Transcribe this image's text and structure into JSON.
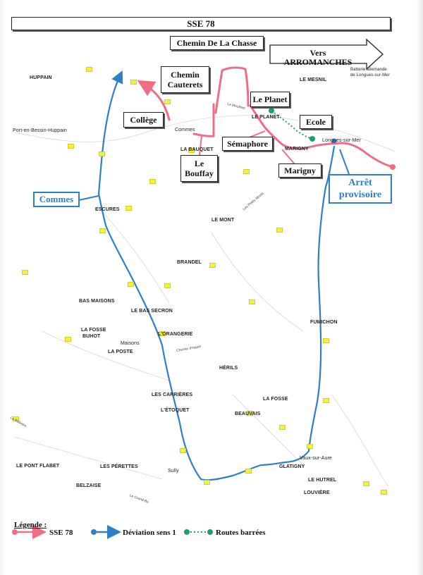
{
  "title": "SSE 78",
  "colors": {
    "sse78": "#f06d83",
    "deviation": "#2f7fc4",
    "routes_barrees": "#1f9e6a"
  },
  "boxes": {
    "chemin_de_la_chasse": "Chemin De La Chasse",
    "chemin_cauterets_1": "Chemin",
    "chemin_cauterets_2": "Cauterets",
    "college": "Collège",
    "le_bouffay_1": "Le",
    "le_bouffay_2": "Bouffay",
    "le_planet": "Le Planet",
    "semaphore": "Sémaphore",
    "ecole": "Ecole",
    "marigny": "Marigny",
    "vers_arromanches_1": "Vers",
    "vers_arromanches_2": "ARROMANCHES",
    "commes": "Commes",
    "arret_provisoire_1": "Arrêt",
    "arret_provisoire_2": "provisoire"
  },
  "places": {
    "huppain": "HUPPAIN",
    "port_en_bessin": "Port-en-Bessin-Huppain",
    "le_mesnil": "LE MESNIL",
    "batterie_1": "Batterie allemande",
    "batterie_2": "de Longues-sur-Mer",
    "le_moulinet": "Le Moulinet",
    "le_planet_map": "LE PLANET",
    "commes_map": "Commes",
    "la_bauquet": "LA BAUQUET",
    "marigny_map": "MARIGNY",
    "longues_sur_mer": "Longues-sur-Mer",
    "escures": "ESCURES",
    "les_petits_monts": "Les Petits Monts",
    "le_mont": "LE MONT",
    "brandel": "BRANDEL",
    "bas_maisons": "BAS MAISONS",
    "le_bas_secron": "LE BAS SECRON",
    "fumichon": "FUMICHON",
    "la_fosse_buhot_1": "LA FOSSE",
    "la_fosse_buhot_2": "BUHOT",
    "l_orangerie": "L'ORANGERIE",
    "maisons": "Maisons",
    "la_poste": "LA POSTE",
    "chemin_haute": "Chemin d'Haute",
    "herils": "HÉRILS",
    "les_carrieres": "LES CARRIÈRES",
    "l_etoquet": "L'ÉTOQUET",
    "la_fosse": "LA FOSSE",
    "beauvais": "BEAUVAIS",
    "vaux_sur_aure": "Vaux-sur-Aure",
    "glatigny": "GLATIGNY",
    "le_hutrel": "LE HUTREL",
    "louviere": "LOUVIÈRE",
    "le_pont_flabet": "LE PONT FLABET",
    "les_perettes": "LES PÉRETTES",
    "sully": "Sully",
    "belzaise": "BELZAISE",
    "le_grand_bu": "Le Grand Bu",
    "la_rubinire": "La Rubinire"
  },
  "legend": {
    "title": "Légende :",
    "sse78": "SSE 78",
    "deviation": "Déviation sens 1",
    "routes_barrees": "Routes barrées"
  }
}
